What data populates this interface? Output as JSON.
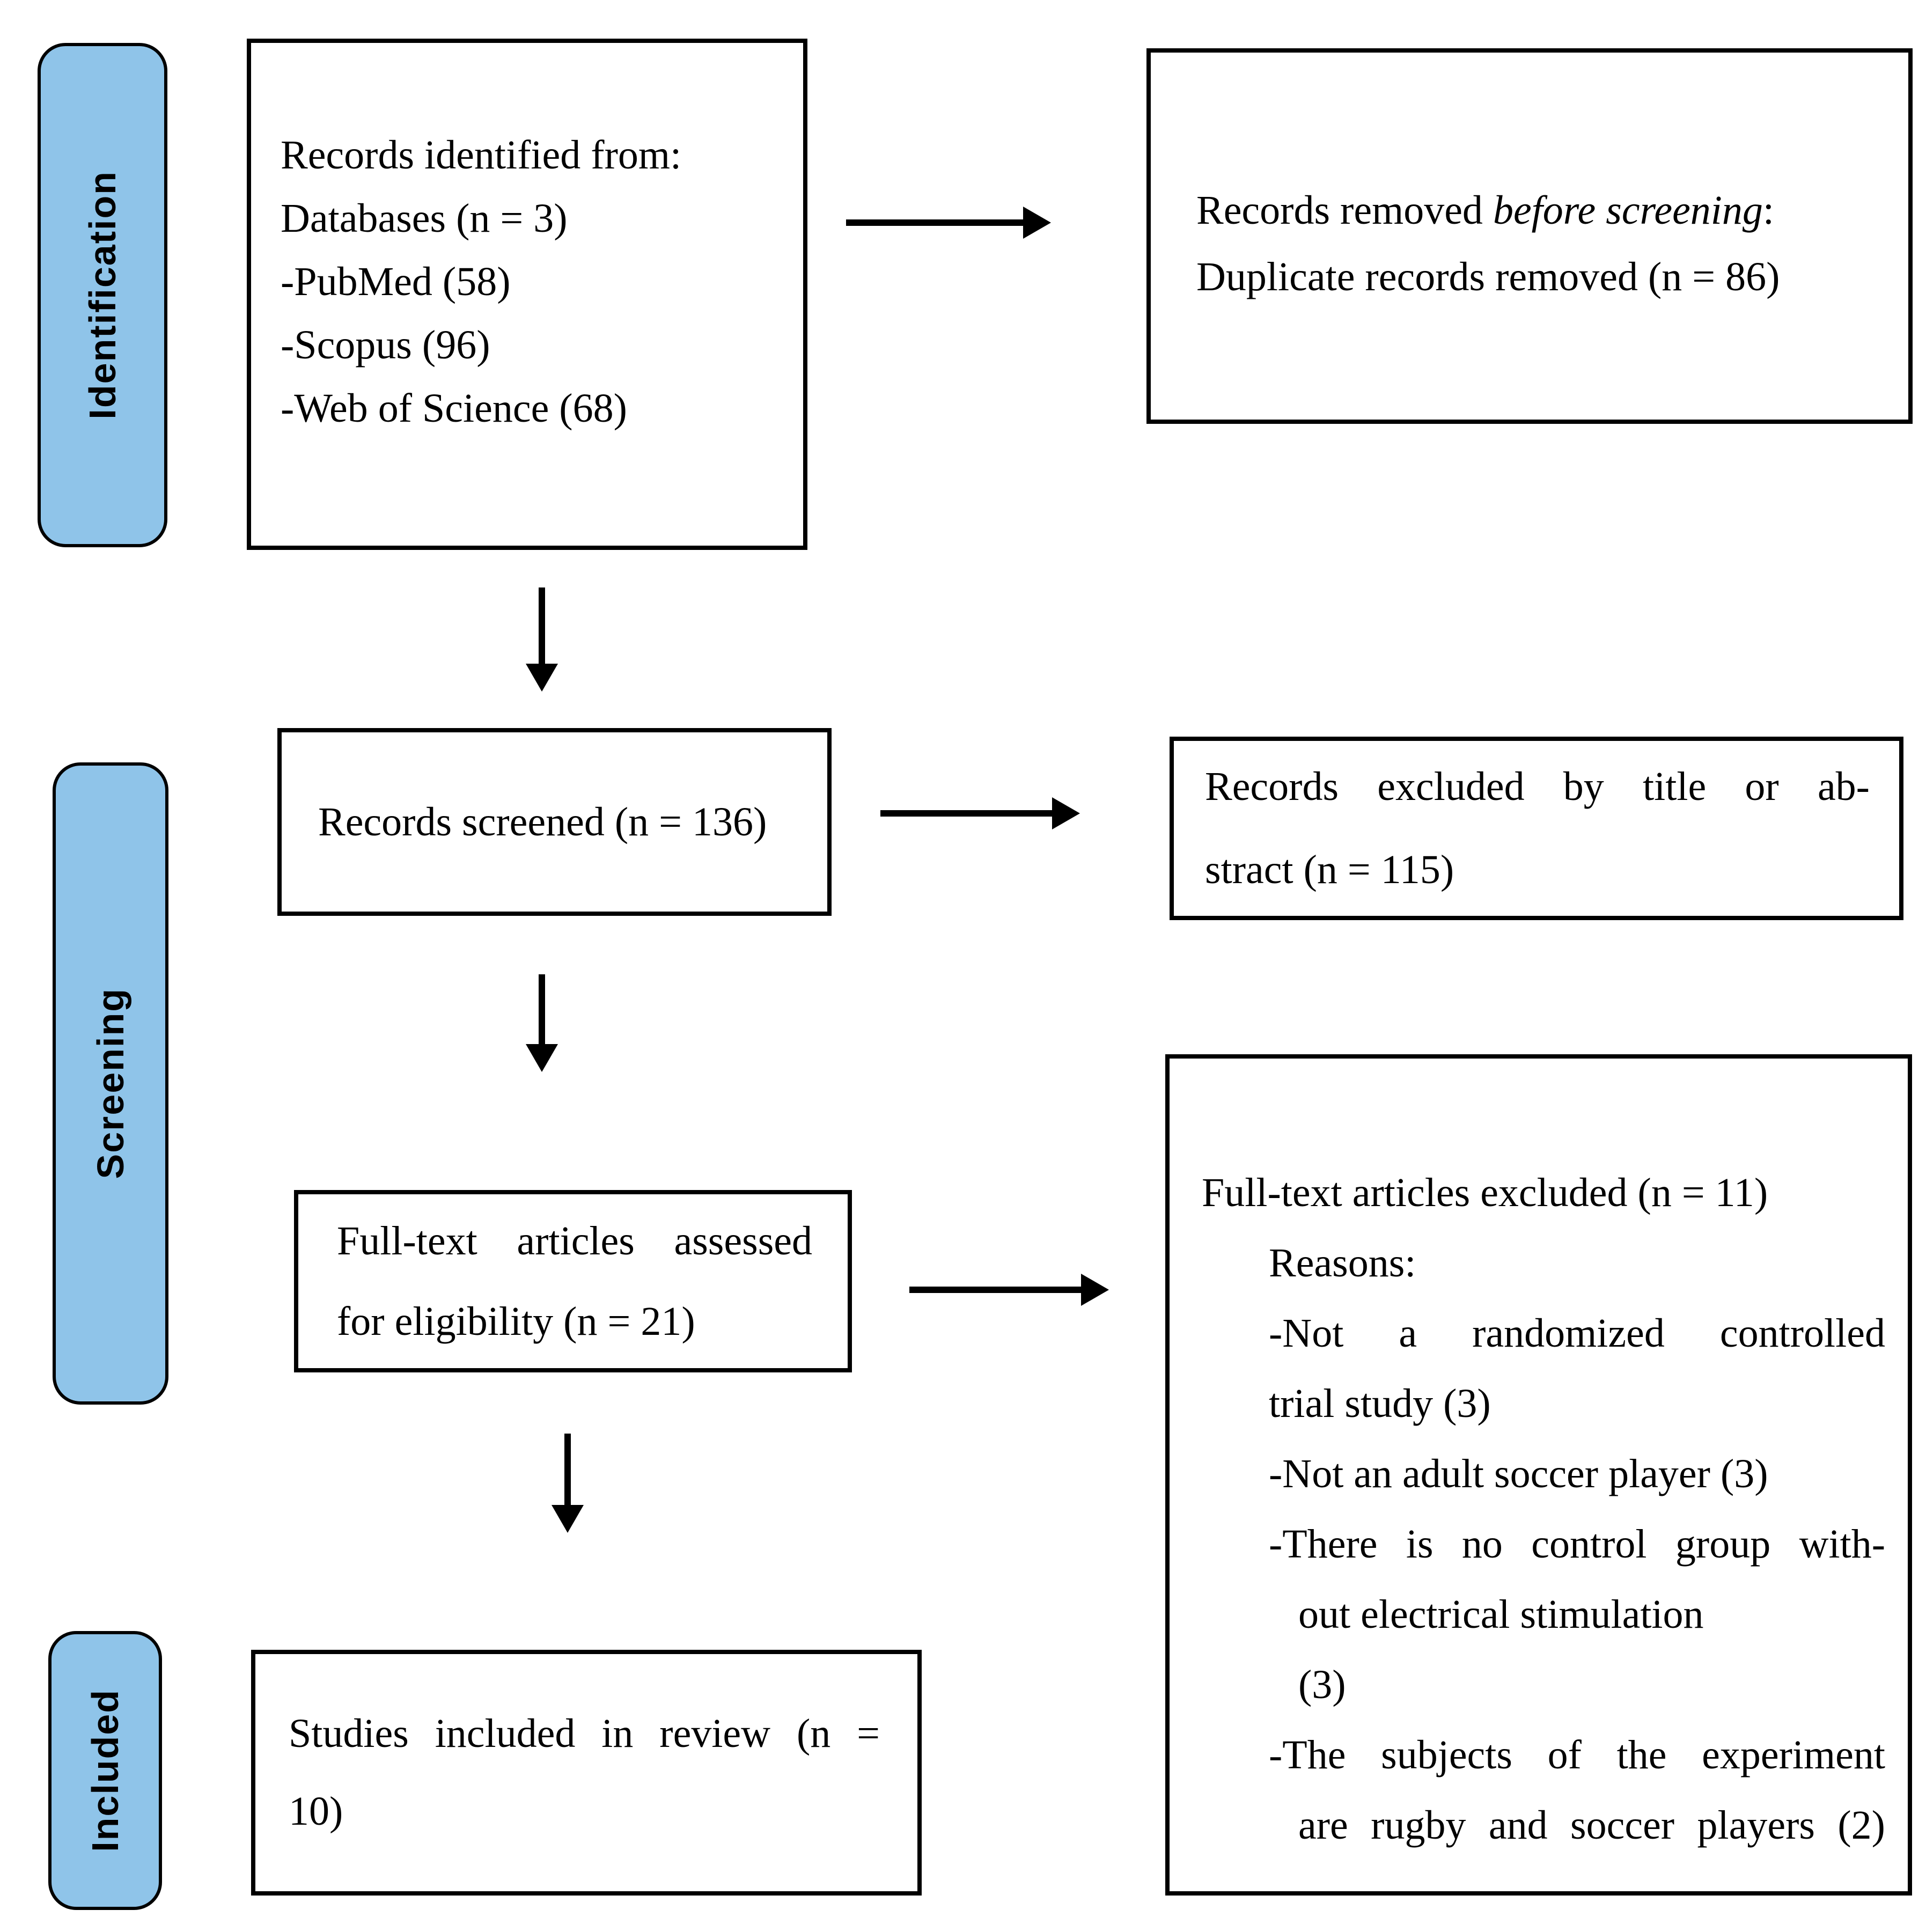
{
  "colors": {
    "stage_label_fill": "#8FC4E9",
    "box_border": "#000000",
    "box_fill": "#FFFFFF",
    "text": "#000000",
    "arrow": "#000000"
  },
  "stage_labels": {
    "identification": "Identification",
    "screening": "Screening",
    "included": "Included"
  },
  "identified_box": {
    "line1": "Records identified from:",
    "line2": "Databases (n = 3)",
    "line3": "-PubMed (58)",
    "line4": "-Scopus (96)",
    "line5": "-Web of Science (68)"
  },
  "removed_box": {
    "line1_prefix": "Records removed ",
    "line1_italic": "before screening",
    "line1_suffix": ":",
    "line2": "Duplicate records removed (n = 86)"
  },
  "screened_box": {
    "line1": "Records screened (n = 136)"
  },
  "excluded_box": {
    "line1": "Records excluded by title or ab-",
    "line2": "stract (n = 115)"
  },
  "fulltext_box": {
    "line1": "Full-text articles assessed",
    "line2": "for eligibility  (n = 21)"
  },
  "reasons_box": {
    "title": "Full-text articles excluded (n = 11)",
    "reasons_label": "Reasons:",
    "reason1_line1": "-Not a randomized controlled",
    "reason1_line2": "trial study  (3)",
    "reason2": "-Not an adult soccer player (3)",
    "reason3_line1": "-There is no control group with-",
    "reason3_line2": "out electrical stimulation",
    "reason3_line3": "(3)",
    "reason4_line1": "-The subjects of the experiment",
    "reason4_line2": "are rugby and soccer players (2)"
  },
  "included_box": {
    "line1": "Studies included in review (n =",
    "line2": "10)"
  }
}
